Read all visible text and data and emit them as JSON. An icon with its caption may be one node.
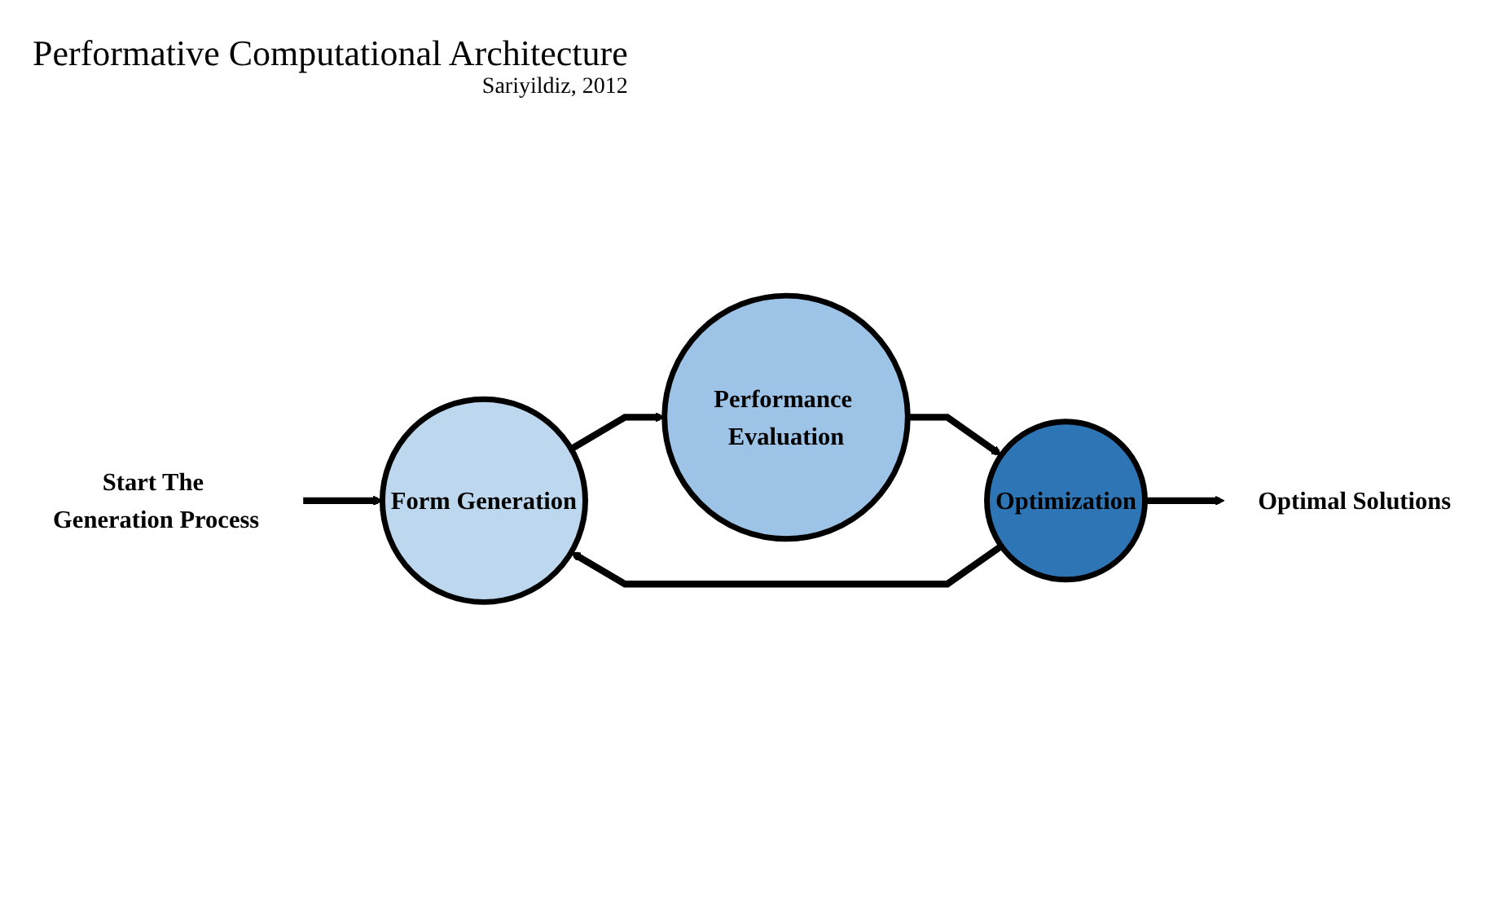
{
  "diagram": {
    "nodes": [
      {
        "text": [
          "Start The Generation Process"
        ]
      },
      {
        "text": [
          "Form Generation"
        ]
      },
      {
        "text": [
          "Performance Evaluation"
        ]
      },
      {
        "text": [
          "Optimization"
        ]
      },
      {
        "text": [
          "Optimal Solutions"
        ]
      }
    ],
    "edges": [
      {
        "from": 0,
        "to": 1,
        "arrow": "to"
      },
      {
        "from": 1,
        "to": 2,
        "arrow": "to"
      },
      {
        "from": 2,
        "to": 3,
        "arrow": "to"
      },
      {
        "from": 3,
        "to": 1,
        "arrow": "to"
      },
      {
        "from": 3,
        "to": 4,
        "arrow": "to"
      }
    ],
    "labels": [
      "Performative Computational Architecture",
      "Sariyildiz, 2012"
    ]
  }
}
